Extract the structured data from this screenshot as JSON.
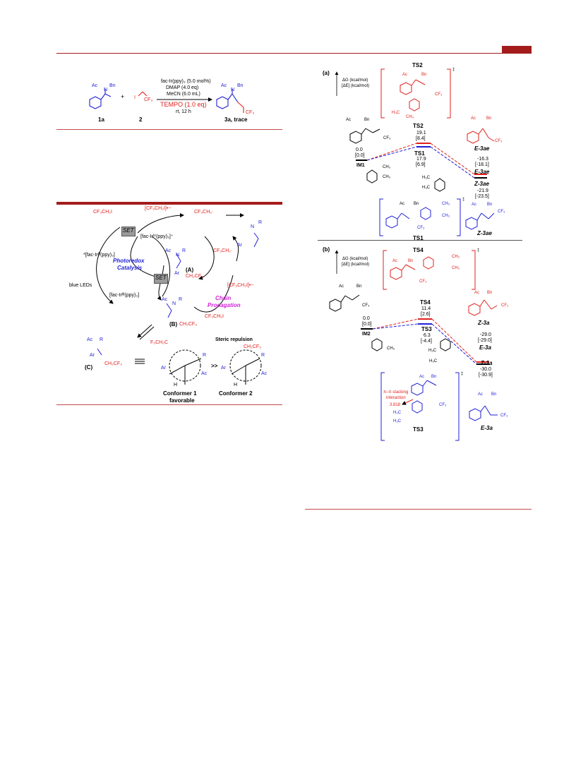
{
  "colors": {
    "rule": "#a31c1c",
    "red": "#e0201c",
    "blue": "#1f1fd6",
    "magenta": "#d21fd6",
    "grey": "#9a9a9a"
  },
  "reaction": {
    "cond1": "fac-Ir(ppy)₃ (5.0 mol%)",
    "cond2": "DMAP (4.0 eq)",
    "cond3": "MeCN (6.0 mL)",
    "tempo": "TEMPO (1.0 eq)",
    "cond4": "rt, 12 h",
    "label1": "1a",
    "label2": "2",
    "label3": "3a, trace",
    "plus": "+",
    "iodide": "I",
    "cf3": "CF₃",
    "ac": "Ac",
    "bn": "Bn",
    "n": "N"
  },
  "mechanism": {
    "cf3ch2i": "CF₃CH₂I",
    "radical_anion": "[CF₃CH₂I]•−",
    "radical": "CF₃CH₂·",
    "set1": "SET",
    "set2": "SET",
    "ir4": "[fac-Irᴵⱽ(ppy)₃]⁺",
    "ir3_excited": "*[fac-Irᴵᴵᴵ(ppy)₃]",
    "ir3": "[fac-Irᴵᴵᴵ(ppy)₃]",
    "blue_leds": "blue LEDs",
    "photoredox1": "Photoredox",
    "photoredox2": "Catalysis",
    "chain1": "Chain",
    "chain2": "Propagation",
    "label_A": "(A)",
    "label_B": "(B)",
    "label_C": "(C)",
    "ch2cf3": "CH₂CF₃",
    "f3ch2c": "F₃CH₂C",
    "ar": "Ar",
    "r": "R",
    "h": "H",
    "steric": "Steric repulsion",
    "conf1": "Conformer 1",
    "favorable": "favorable",
    "conf2": "Conformer 2",
    "gg": ">>"
  },
  "panel_a": {
    "label": "(a)",
    "dg": "ΔG   (kcal/mol)",
    "de": "[ΔE]  (kcal/mol)",
    "ts2_top": "TS2",
    "ts2": "TS2",
    "ts2_dg": "19.1",
    "ts2_de": "[8.4]",
    "ts1": "TS1",
    "ts1_dg": "17.9",
    "ts1_de": "[6.9]",
    "im1": "IM1",
    "im1_dg": "0.0",
    "im1_de": "[0.0]",
    "e3ae_top": "E-3ae",
    "e3ae_dg": "-16.3",
    "e3ae_de": "[-18.1]",
    "e3ae": "E-3ae",
    "z3ae": "Z-3ae",
    "z3ae_dg": "-21.9",
    "z3ae_de": "[-23.5]",
    "z3ae_bottom": "Z-3ae",
    "ts1_bottom": "TS1"
  },
  "panel_b": {
    "label": "(b)",
    "dg": "ΔG   (kcal/mol)",
    "de": "[ΔE]  (kcal/mol)",
    "ts4_top": "TS4",
    "ts4": "TS4",
    "ts4_dg": "11.4",
    "ts4_de": "[2.6]",
    "ts3": "TS3",
    "ts3_dg": "6.3",
    "ts3_de": "[-4.4]",
    "im2": "IM2",
    "im2_dg": "0.0",
    "im2_de": "[0.0]",
    "z3a_top": "Z-3a",
    "e3a_dg": "-29.0",
    "e3a_de": "[-29.0]",
    "e3a": "E-3a",
    "z3a": "Z-3a",
    "z3a_dg": "-30.0",
    "z3a_de": "[-30.9]",
    "pi1": "π–π stacking",
    "pi2": "interaction",
    "dist": "3.818",
    "ts3_bottom": "TS3",
    "e3a_bottom": "E-3a"
  },
  "misc": {
    "dagger": "‡",
    "ch3": "CH₃",
    "h3c": "H₃C"
  }
}
